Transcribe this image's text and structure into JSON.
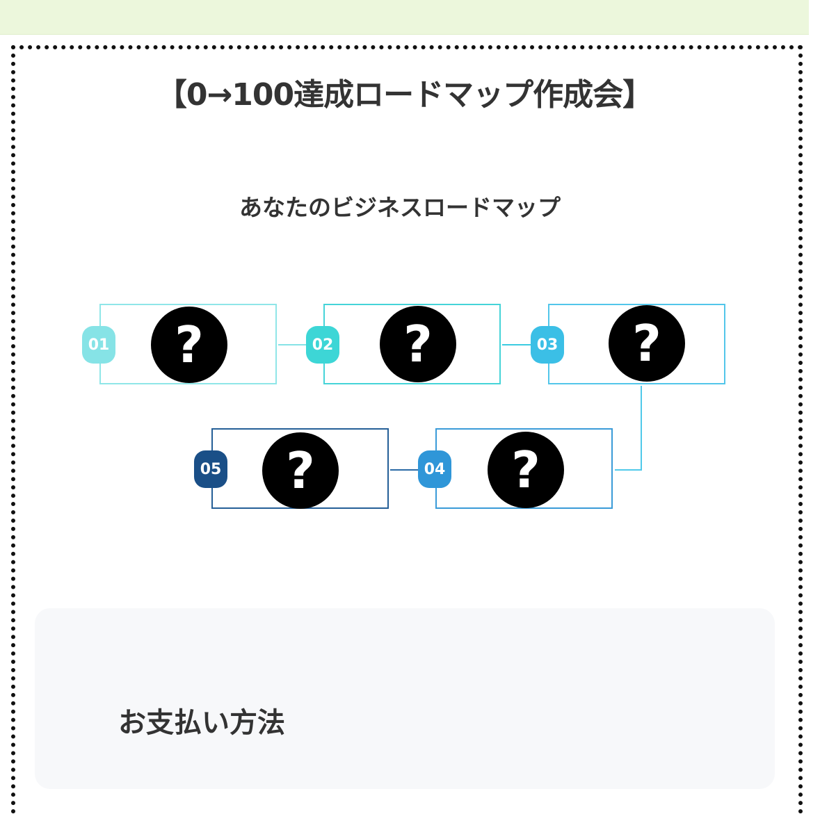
{
  "header": {
    "title": "【0→100達成ロードマップ作成会】"
  },
  "roadmap": {
    "title": "あなたのビジネスロードマップ",
    "steps": [
      {
        "number": "01",
        "content": "?",
        "color": "#86e3e6"
      },
      {
        "number": "02",
        "content": "?",
        "color": "#3dd6d6"
      },
      {
        "number": "03",
        "content": "?",
        "color": "#3bbfe6"
      },
      {
        "number": "04",
        "content": "?",
        "color": "#2f96d8"
      },
      {
        "number": "05",
        "content": "?",
        "color": "#1a4f87"
      }
    ]
  },
  "payment": {
    "title": "お支払い方法"
  }
}
